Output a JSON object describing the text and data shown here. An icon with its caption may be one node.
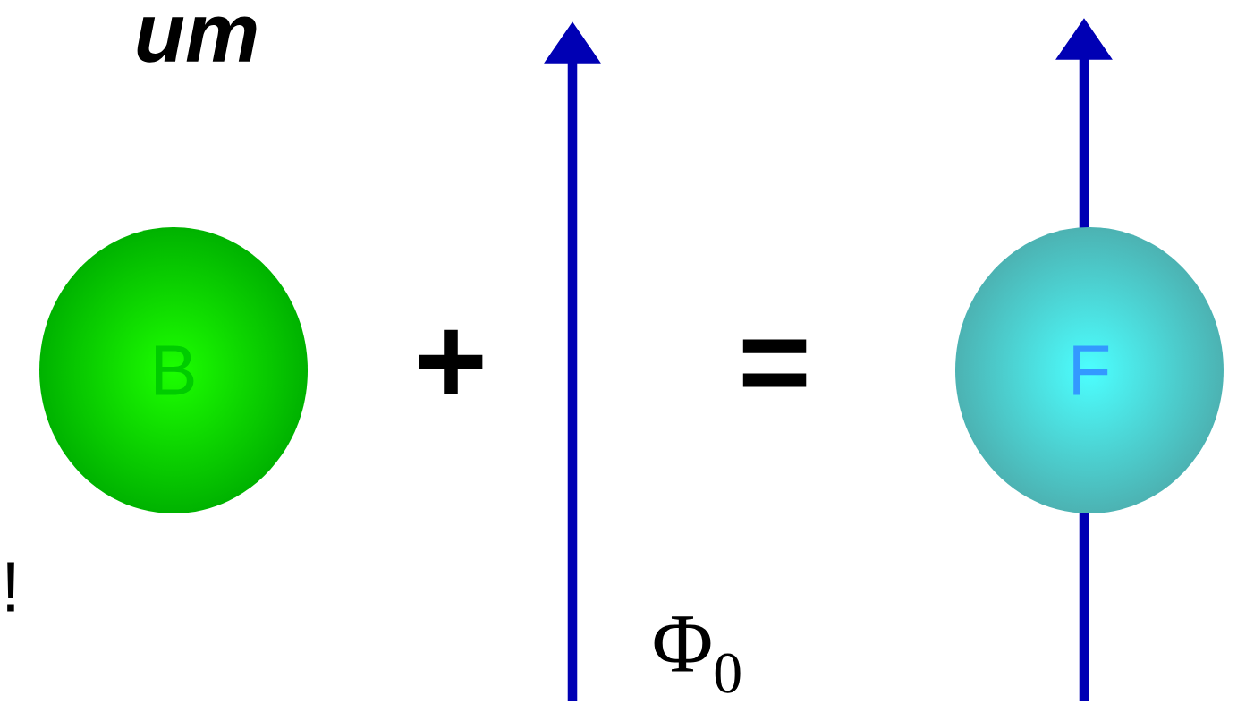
{
  "diagram": {
    "nodes": [
      {
        "text": [
          "B"
        ]
      },
      {
        "text": [
          "F"
        ]
      }
    ],
    "labels": [
      "um",
      "+",
      "=",
      "!",
      "Φ$_{0}$"
    ]
  }
}
